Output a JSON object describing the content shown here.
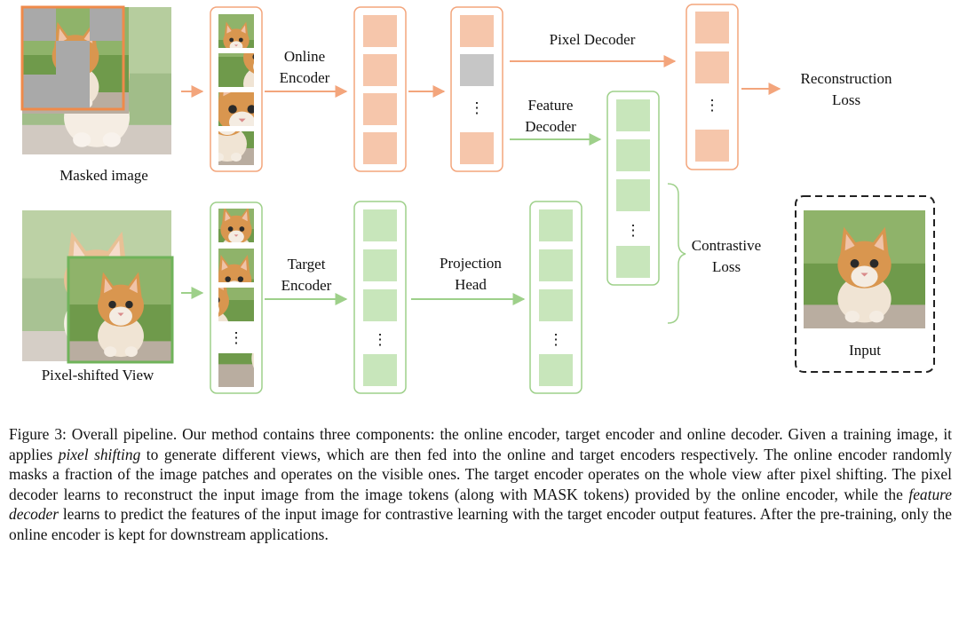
{
  "figure": {
    "labels": {
      "masked_image": "Masked image",
      "pixel_shifted_view": "Pixel-shifted View",
      "online_encoder": [
        "Online",
        "Encoder"
      ],
      "target_encoder": [
        "Target",
        "Encoder"
      ],
      "pixel_decoder": "Pixel Decoder",
      "feature_decoder": [
        "Feature",
        "Decoder"
      ],
      "projection_head": [
        "Projection",
        "Head"
      ],
      "reconstruction_loss": [
        "Reconstruction",
        "Loss"
      ],
      "contrastive_loss": [
        "Contrastive",
        "Loss"
      ],
      "input": "Input",
      "ellipsis": "⋮"
    },
    "colors": {
      "orange_fill": "#f6c6ab",
      "orange_stroke": "#f3a57c",
      "green_fill": "#c8e6bb",
      "green_stroke": "#9ed08a",
      "mask_gray": "#a9a9a9",
      "token_gray": "#c6c6c6",
      "arrow_orange": "#f3a57c",
      "arrow_green": "#9ed08a"
    }
  },
  "caption": {
    "prefix": "Figure 3: Overall pipeline. Our method contains three components: the online encoder, target encoder and online decoder. Given a training image, it applies ",
    "em1": "pixel shifting",
    "mid1": " to generate different views, which are then fed into the online and target encoders respectively. The online encoder randomly masks a fraction of the image patches and operates on the visible ones. The target encoder operates on the whole view after pixel shifting. The pixel decoder learns to reconstruct the input image from the image tokens (along with MASK tokens) provided by the online encoder, while the ",
    "em2": "feature decoder",
    "suffix": " learns to predict the features of the input image for contrastive learning with the target encoder output features. After the pre-training, only the online encoder is kept for downstream applications."
  }
}
